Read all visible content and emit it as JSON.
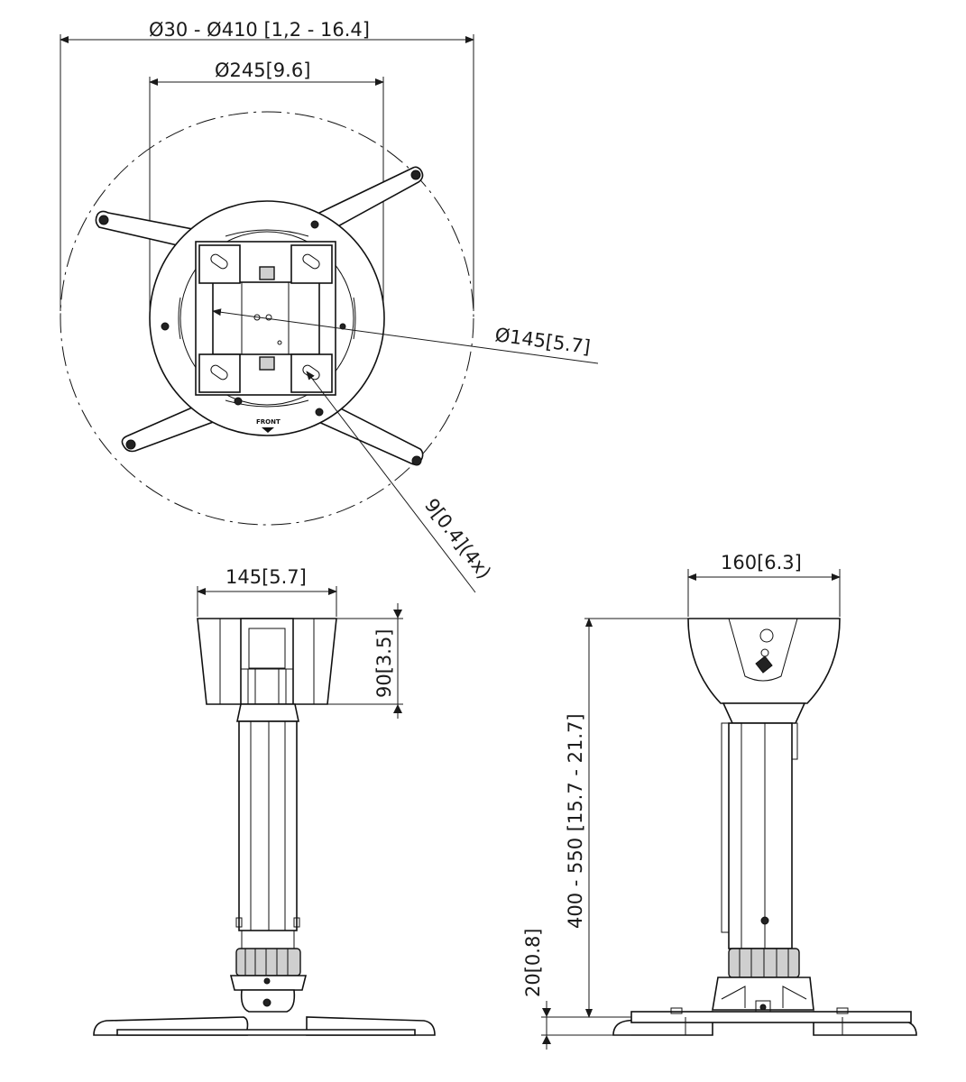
{
  "dimensions": {
    "top_outer_diameter": "Ø30 - Ø410 [1,2 - 16.4]",
    "arm_span_diameter": "Ø245[9.6]",
    "plate_diameter": "Ø145[5.7]",
    "hole_size": "9[0.4](4x)",
    "front_width": "145[5.7]",
    "front_head_height": "90[3.5]",
    "side_width": "160[6.3]",
    "side_total_height": "400 - 550 [15.7 - 21.7]",
    "side_base_height": "20[0.8]"
  },
  "plate_marking": "FRONT",
  "colors": {
    "line": "#111111",
    "fill": "#ffffff",
    "grey": "#cfcfcf"
  }
}
